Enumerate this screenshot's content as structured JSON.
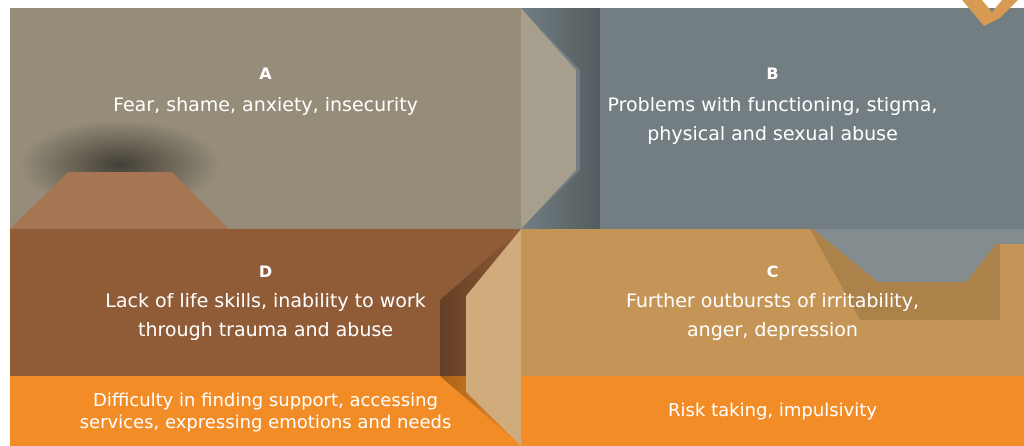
{
  "quadrants": [
    {
      "id": "a",
      "letter": "A",
      "lines": [
        "Fear, shame, anxiety, insecurity"
      ],
      "color": "#958c79"
    },
    {
      "id": "b",
      "letter": "B",
      "lines": [
        "Problems with functioning, stigma,",
        "physical and sexual abuse"
      ],
      "color": "#727e82"
    },
    {
      "id": "c",
      "letter": "C",
      "lines": [
        "Further outbursts of irritability,",
        "anger, depression"
      ],
      "color": "#c49556"
    },
    {
      "id": "d",
      "letter": "D",
      "lines": [
        "Lack of life skills, inability to work",
        "through trauma and abuse"
      ],
      "color": "#905c37"
    }
  ],
  "bands": [
    {
      "id": "left",
      "lines": [
        "Difficulty in finding support, accessing",
        "services, expressing emotions and needs"
      ],
      "color": "#f28c27"
    },
    {
      "id": "right",
      "lines": [
        "Risk taking, impulsivity"
      ],
      "color": "#f28c27"
    }
  ]
}
